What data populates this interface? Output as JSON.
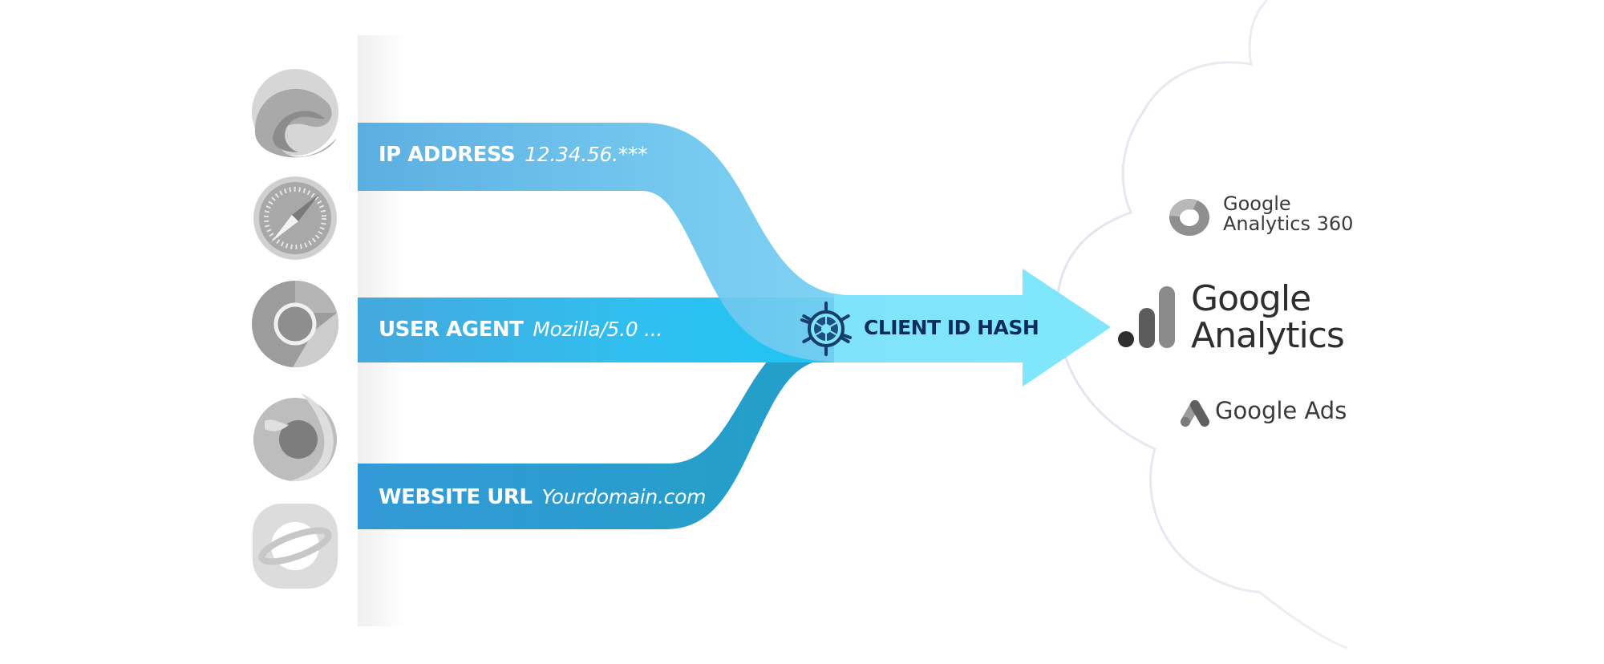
{
  "flows": [
    {
      "key": "IP ADDRESS",
      "value": "12.34.56.***",
      "color": "#5fb6e6"
    },
    {
      "key": "USER AGENT",
      "value": "Mozilla/5.0 ...",
      "color": "#33bff0"
    },
    {
      "key": "WEBSITE URL",
      "value": "Yourdomain.com",
      "color": "#2a9dd0"
    }
  ],
  "output": {
    "label": "CLIENT ID HASH",
    "icon": "ship-wheel-icon",
    "arrow_color": "#7fe6fb",
    "text_color": "#0f2d5c"
  },
  "browsers": [
    {
      "icon": "edge-icon"
    },
    {
      "icon": "safari-icon"
    },
    {
      "icon": "chrome-icon"
    },
    {
      "icon": "firefox-icon"
    },
    {
      "icon": "samsung-internet-icon"
    }
  ],
  "cloud": {
    "products": [
      {
        "name_line1": "Google",
        "name_line2": "Analytics 360",
        "icon": "analytics-360-icon"
      },
      {
        "name_line1": "Google",
        "name_line2": "Analytics",
        "icon": "google-analytics-icon"
      },
      {
        "name": "Google Ads",
        "icon": "google-ads-icon"
      }
    ]
  }
}
